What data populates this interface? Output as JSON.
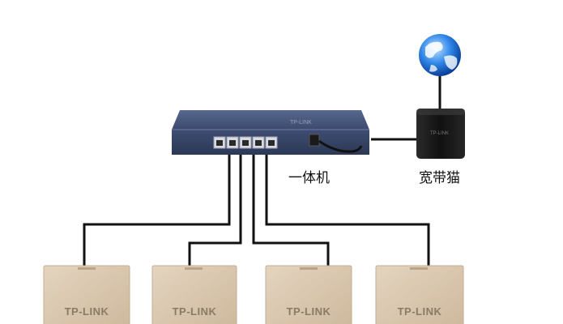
{
  "labels": {
    "router": "一体机",
    "modem": "宽带猫"
  },
  "icons": {
    "internet": "globe-icon",
    "router": "router-icon",
    "modem": "modem-icon",
    "ap": "panel-ap-icon"
  },
  "access_points": [
    {
      "brand": "TP-LINK"
    },
    {
      "brand": "TP-LINK"
    },
    {
      "brand": "TP-LINK"
    },
    {
      "brand": "TP-LINK"
    }
  ],
  "colors": {
    "router_body": "#3a4a6e",
    "modem_body": "#1a1a1a",
    "ap_body": "#d9c6ad",
    "cable": "#111111",
    "globe": "#1f6fd6"
  }
}
